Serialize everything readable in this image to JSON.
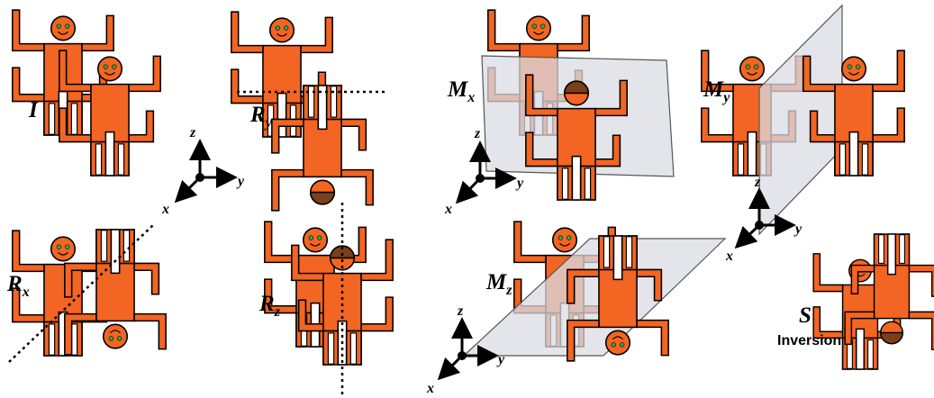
{
  "colors": {
    "figure": "#F26522",
    "figure_outline": "#000000",
    "eye": "#22B14C",
    "head_dark": "#7B3F1A",
    "mirror_plane": "#D9DCE4"
  },
  "labels": {
    "identity": "I",
    "rot_y": "R",
    "rot_y_sub": "y",
    "rot_x": "R",
    "rot_x_sub": "x",
    "rot_z": "R",
    "rot_z_sub": "z",
    "mir_x": "M",
    "mir_x_sub": "x",
    "mir_y": "M",
    "mir_y_sub": "y",
    "mir_z": "M",
    "mir_z_sub": "z",
    "inversion_symbol": "S",
    "inversion_text": "Inversion"
  },
  "axes": {
    "x": "x",
    "y": "y",
    "z": "z"
  }
}
